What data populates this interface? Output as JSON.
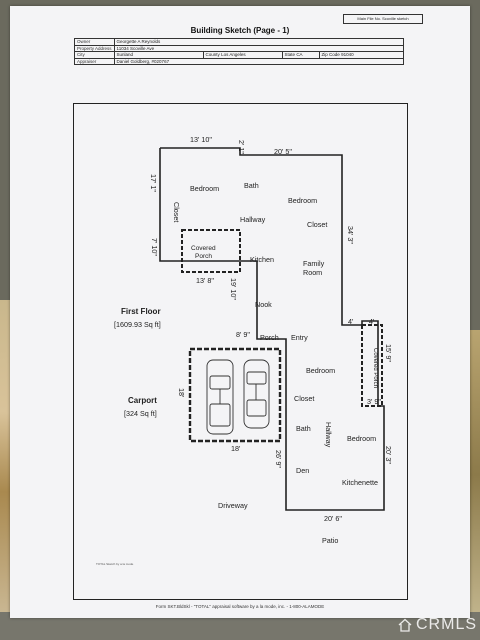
{
  "header": {
    "main_file": "Main File No. Scoville sketch",
    "title": "Building Sketch (Page - 1)"
  },
  "info": {
    "owner_label": "Owner",
    "owner": "Georgette A Reynolds",
    "address_label": "Property Address",
    "address": "11034 Scoville Ave",
    "city_label": "City",
    "city": "Sunland",
    "county_label": "County",
    "county": "Los Angeles",
    "state_label": "State",
    "state": "CA",
    "zip_label": "Zip Code",
    "zip": "91040",
    "appraiser_label": "Appraiser",
    "appraiser": "Daniel Goldberg, #020767"
  },
  "dims": {
    "d1": "13' 10\"",
    "d2": "2' 1\"",
    "d3": "20' 5\"",
    "d4": "17' 1\"",
    "d5": "34' 3\"",
    "d6": "7' 10\"",
    "d7": "13' 8\"",
    "d8": "19' 10\"",
    "d9": "8' 9\"",
    "d10": "4'",
    "d11": "4'",
    "d12": "15' 9\"",
    "d13": "3' 9\"",
    "d14": "18'",
    "d15": "18'",
    "d16": "26' 9\"",
    "d17": "20' 3\"",
    "d18": "20' 6\""
  },
  "rooms": {
    "bedroom1": "Bedroom",
    "bath1": "Bath",
    "bedroom2": "Bedroom",
    "closet1": "Closet",
    "hallway1": "Hallway",
    "closet2": "Closet",
    "covered_porch1": "Covered",
    "covered_porch1b": "Porch",
    "kitchen": "Kitchen",
    "family_room": "Family",
    "family_room_b": "Room",
    "nook": "Nook",
    "porch": "Porch",
    "entry": "Entry",
    "bedroom3": "Bedroom",
    "closet3": "Closet",
    "bath2": "Bath",
    "hallway2": "Hallway",
    "bedroom4": "Bedroom",
    "covered_porch2": "Covered Porch",
    "den": "Den",
    "kitchenette": "Kitchenette",
    "driveway": "Driveway",
    "patio": "Patio"
  },
  "areas": {
    "first_floor": "First Floor",
    "first_floor_area": "[1609.93 Sq ft]",
    "carport": "Carport",
    "carport_area": "[324 Sq ft]"
  },
  "footer": {
    "software": "Form SKT.BldSkl - \"TOTAL\" appraisal software by a la mode, inc. - 1-800-ALAMODE",
    "tiny": "TOTAL Sketch by a la mode"
  },
  "watermark": "CRMLS"
}
